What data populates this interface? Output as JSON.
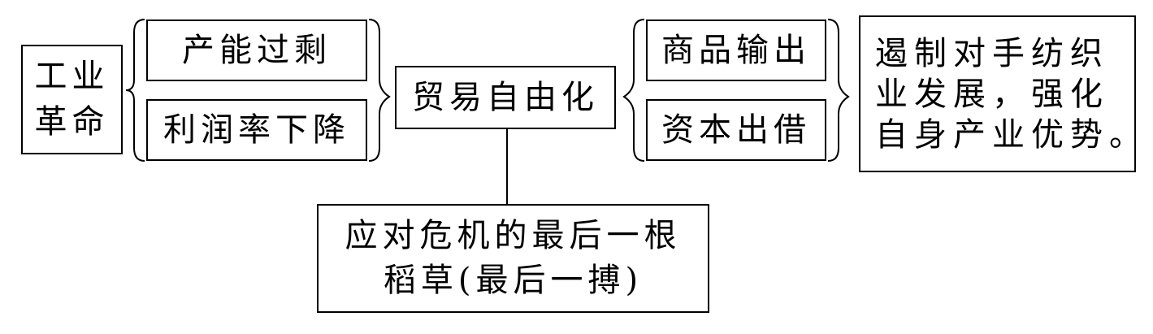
{
  "nodes": {
    "industrial_revolution": [
      "工业",
      "革命"
    ],
    "overcapacity": "产能过剩",
    "profit_decline": "利润率下降",
    "trade_liberalization": "贸易自由化",
    "goods_export": "商品输出",
    "capital_lending": "资本出借",
    "result": [
      "遏制对手纺织",
      "业发展，强化",
      "自身产业优势。"
    ],
    "crisis_response": [
      "应对危机的最后一根",
      "稻草(最后一搏)"
    ]
  }
}
